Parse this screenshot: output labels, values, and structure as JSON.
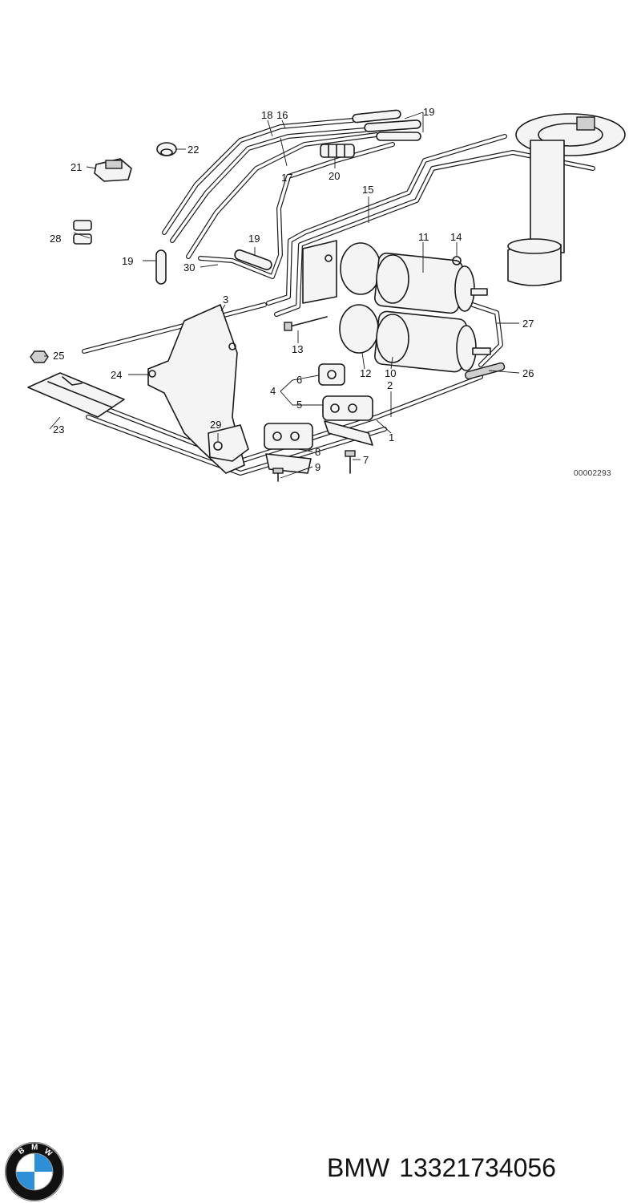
{
  "diagram": {
    "reference_code": "00002293",
    "callouts": [
      "1",
      "2",
      "3",
      "4",
      "5",
      "6",
      "7",
      "8",
      "9",
      "10",
      "11",
      "12",
      "13",
      "14",
      "15",
      "16",
      "17",
      "18",
      "19",
      "19",
      "19",
      "20",
      "21",
      "22",
      "23",
      "24",
      "25",
      "26",
      "27",
      "28",
      "29",
      "30"
    ]
  },
  "caption": {
    "brand": "BMW",
    "part_number": "13321734056"
  },
  "logo": {
    "letters": [
      "B",
      "M",
      "W"
    ],
    "colors": {
      "blue": "#2f8fd6",
      "white": "#ffffff",
      "ring": "#111111"
    }
  }
}
